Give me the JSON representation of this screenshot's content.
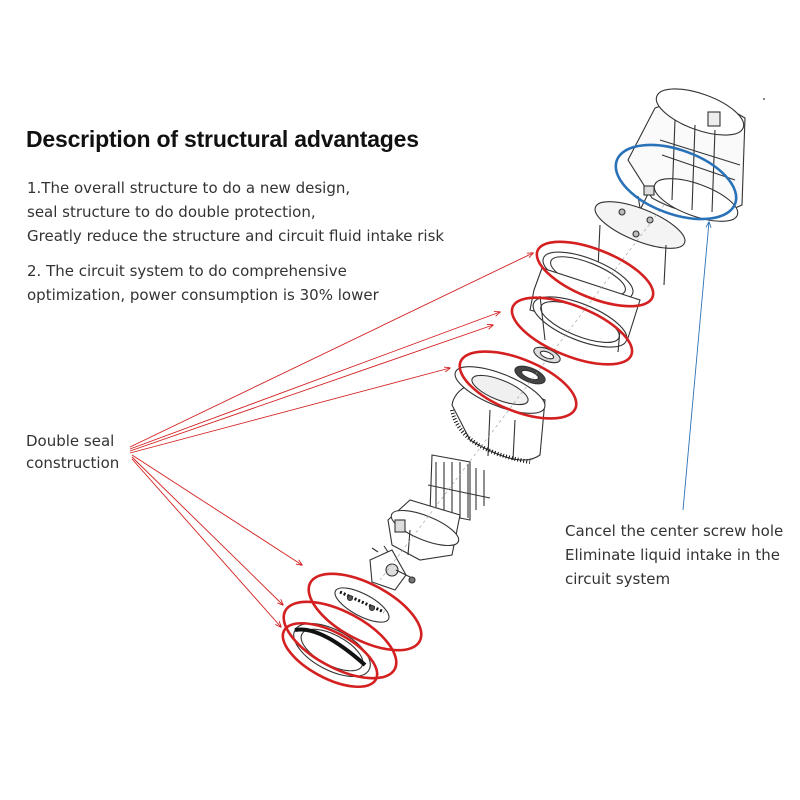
{
  "title": "Description of structural advantages",
  "paragraphs": [
    {
      "lines": [
        "1.The overall structure to do a new design,",
        "seal structure to do double protection,",
        "Greatly reduce the structure and circuit fluid intake risk"
      ]
    },
    {
      "lines": [
        "2. The circuit system to do comprehensive",
        "optimization, power consumption is 30% lower"
      ]
    }
  ],
  "callouts": {
    "double_seal": [
      "Double seal",
      "construction"
    ],
    "screw_hole": [
      "Cancel the center screw hole",
      "Eliminate liquid intake in the",
      "circuit system"
    ]
  },
  "colors": {
    "seal_highlight": "#d42020",
    "screw_highlight": "#2a72b8",
    "drawing_line": "#333333"
  }
}
